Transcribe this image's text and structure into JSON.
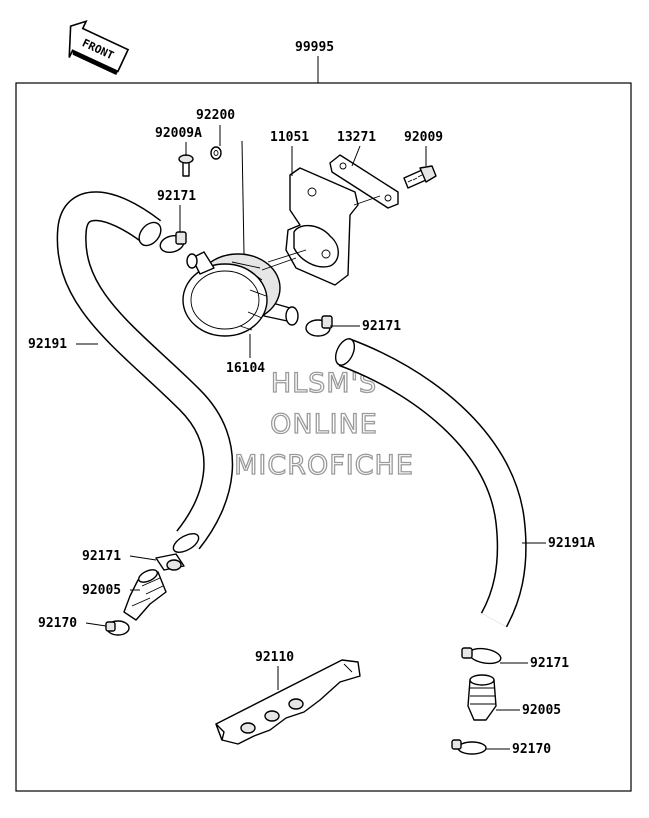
{
  "diagram": {
    "front_label": "FRONT",
    "assembly_number": "99995",
    "watermark": [
      "HLSM'S",
      "ONLINE",
      "MICROFICHE"
    ],
    "parts": {
      "p92200": "92200",
      "p92009A": "92009A",
      "p11051": "11051",
      "p13271": "13271",
      "p92009": "92009",
      "p92171_top": "92171",
      "p92191": "92191",
      "p92171_mid": "92171",
      "p16104": "16104",
      "p92171_left": "92171",
      "p92005_left": "92005",
      "p92170_left": "92170",
      "p92110": "92110",
      "p92191A": "92191A",
      "p92171_right": "92171",
      "p92005_right": "92005",
      "p92170_right": "92170"
    }
  }
}
